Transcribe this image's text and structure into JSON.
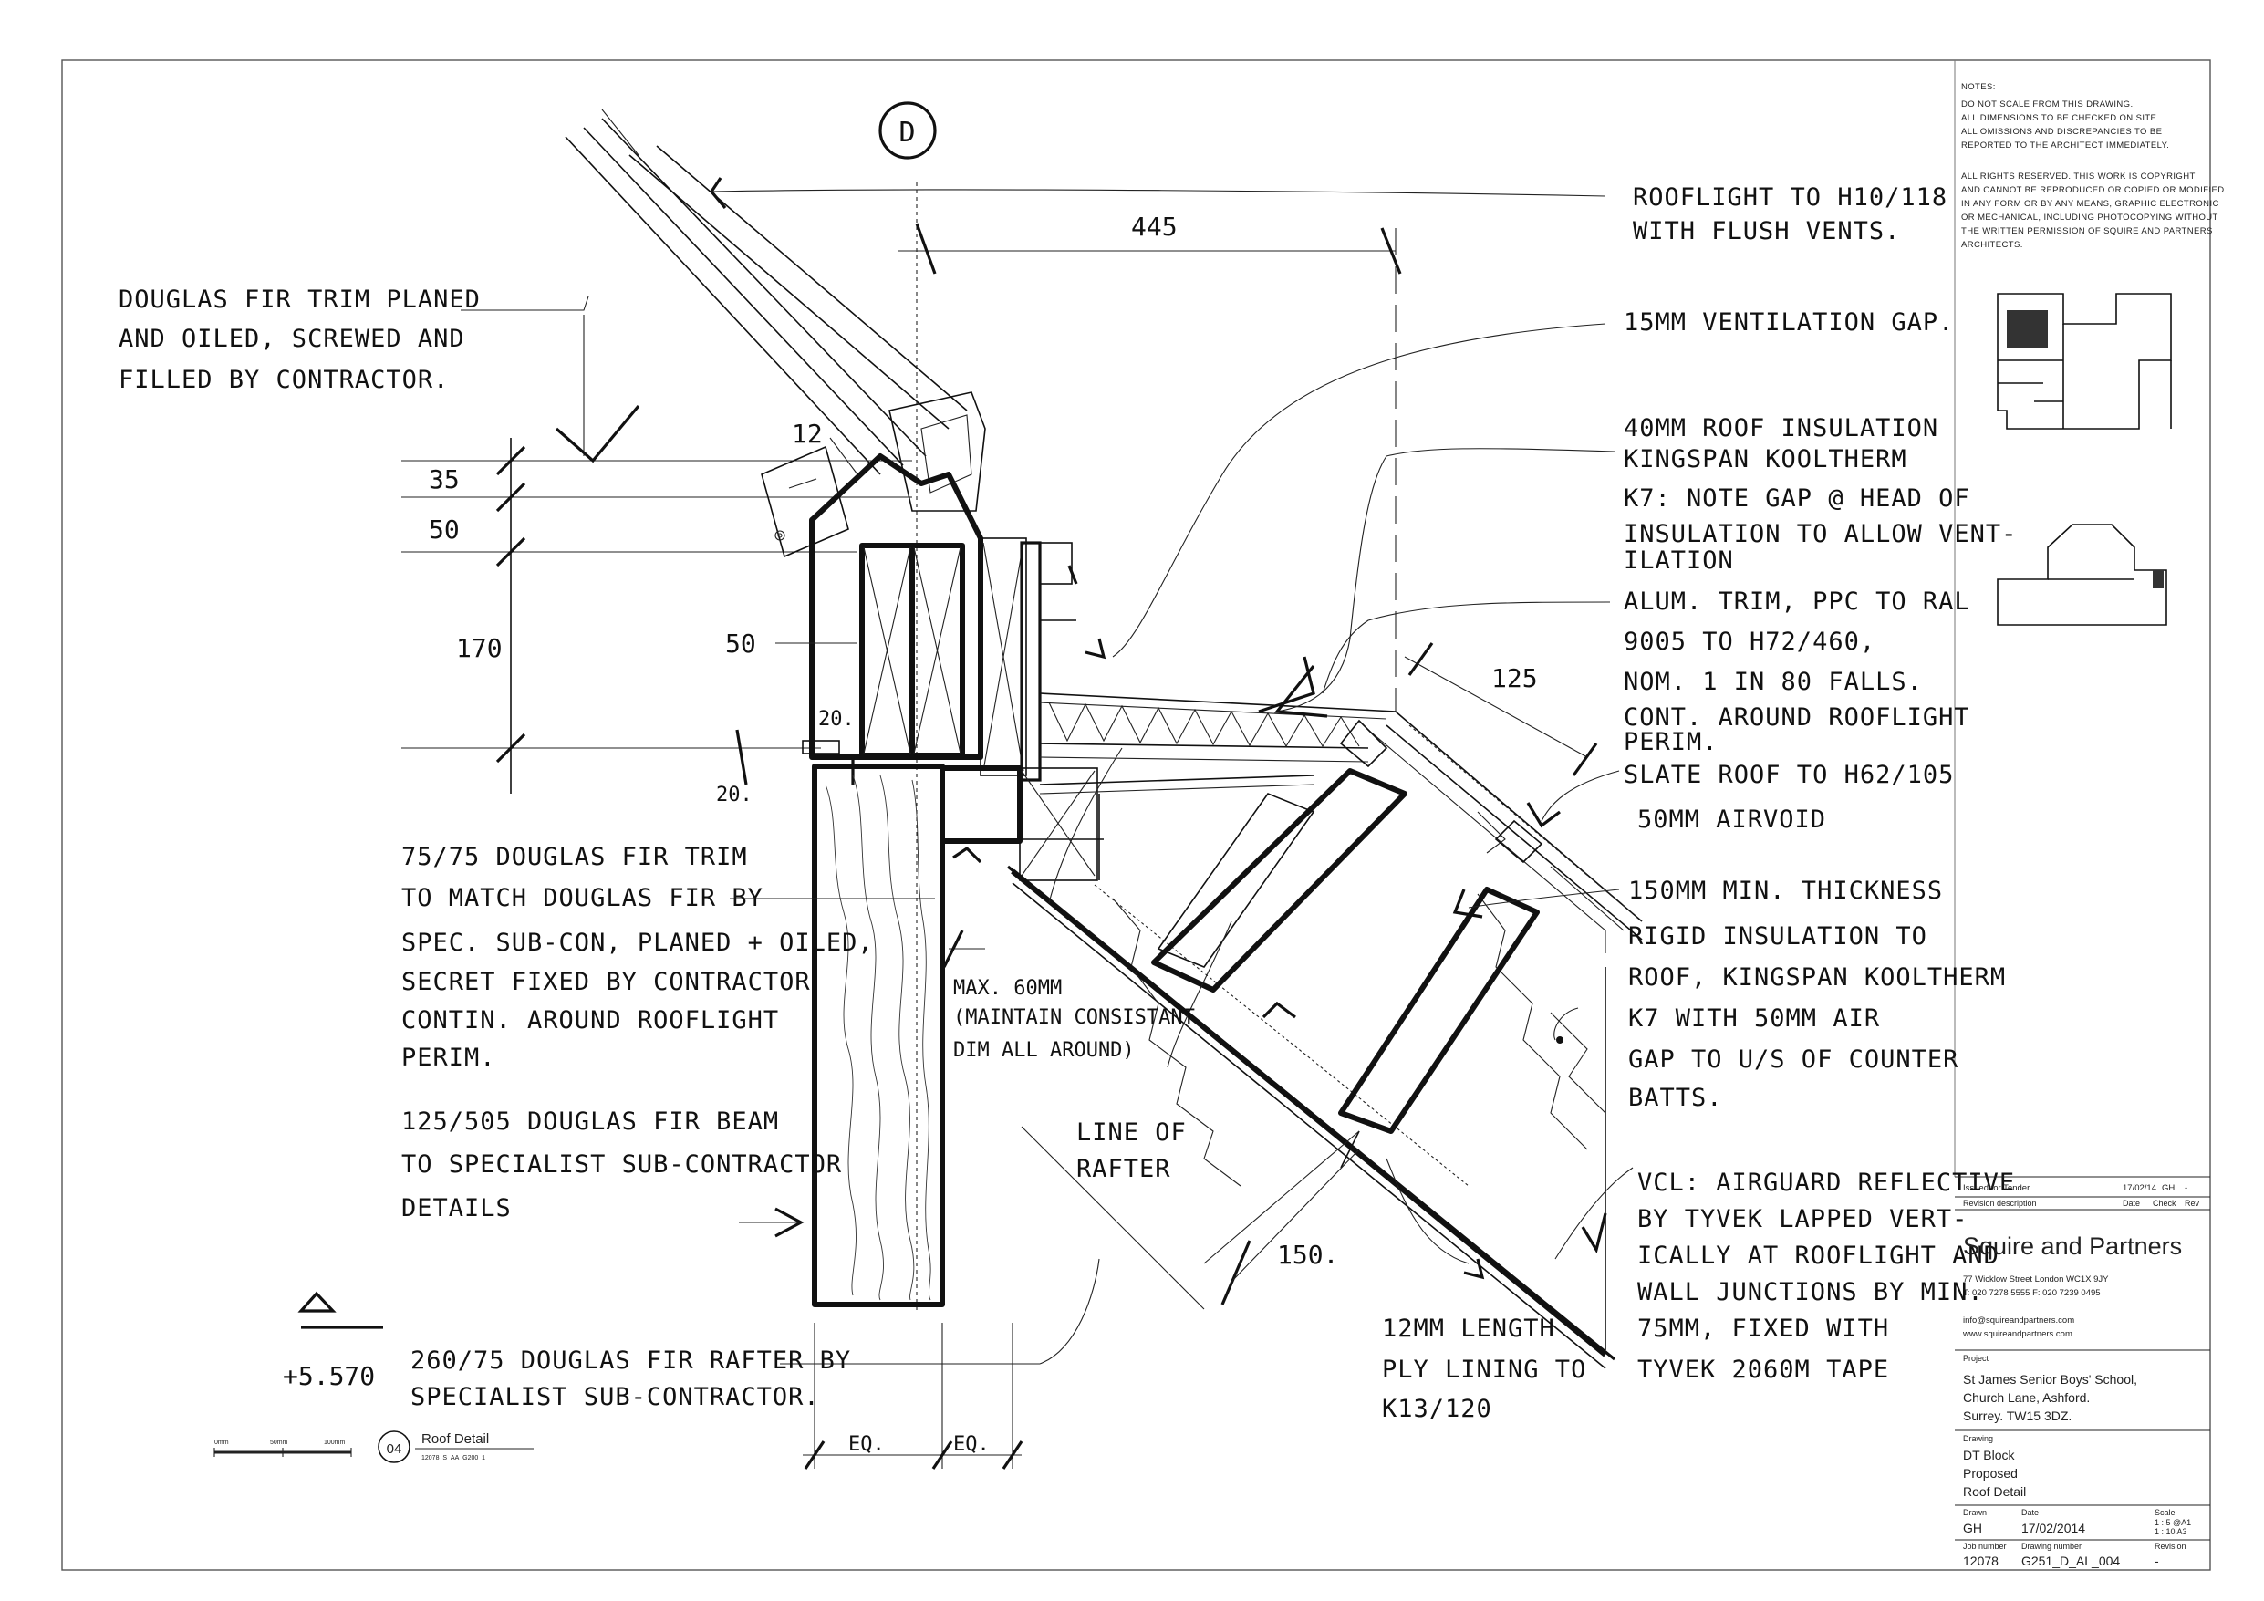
{
  "section_marker": "D",
  "dimensions": {
    "top_width": "445",
    "d35": "35",
    "d50_left": "50",
    "d170": "170",
    "d12": "12",
    "d50_mid": "50",
    "d20_upper": "20.",
    "d20_lower": "20.",
    "d125": "125",
    "d150": "150.",
    "eq1": "EQ.",
    "eq2": "EQ.",
    "level": "+5.570"
  },
  "annotations": {
    "rooflight": [
      "ROOFLIGHT TO H10/118",
      "WITH FLUSH VENTS."
    ],
    "vent_gap": [
      "15MM VENTILATION GAP."
    ],
    "insulation": [
      "40MM ROOF INSULATION",
      "KINGSPAN KOOLTHERM",
      "K7: NOTE GAP @ HEAD OF",
      "INSULATION TO ALLOW VENT-",
      "ILATION"
    ],
    "alum_trim": [
      "ALUM. TRIM, PPC TO RAL",
      "9005 TO H72/460,",
      "NOM. 1 IN 80 FALLS.",
      "CONT. AROUND ROOFLIGHT",
      "PERIM."
    ],
    "slate": [
      "SLATE ROOF TO H62/105"
    ],
    "airvoid": [
      "50MM AIRVOID"
    ],
    "rigid": [
      "150MM MIN. THICKNESS",
      "RIGID INSULATION TO",
      "ROOF, KINGSPAN KOOLTHERM",
      "K7 WITH 50MM AIR",
      "GAP TO U/S OF COUNTER",
      "BATTS."
    ],
    "vcl": [
      "VCL: AIRGUARD REFLECTIVE",
      "BY TYVEK LAPPED VERT-",
      "ICALLY AT ROOFLIGHT AND",
      "WALL JUNCTIONS BY MIN.",
      "75MM, FIXED WITH",
      "TYVEK 2060M TAPE"
    ],
    "ply": [
      "12MM LENGTH",
      "PLY LINING TO",
      "K13/120"
    ],
    "douglas_fir_trim": [
      "DOUGLAS FIR TRIM PLANED",
      "AND OILED, SCREWED AND",
      "FILLED BY CONTRACTOR."
    ],
    "fir_75": [
      "75/75 DOUGLAS FIR TRIM",
      "TO MATCH DOUGLAS FIR BY",
      "SPEC. SUB-CON, PLANED + OILED,",
      "SECRET FIXED BY CONTRACTOR",
      "CONTIN. AROUND ROOFLIGHT",
      "PERIM."
    ],
    "fir_beam": [
      "125/505 DOUGLAS FIR BEAM",
      "TO SPECIALIST SUB-CONTRACTOR",
      "DETAILS"
    ],
    "max60": [
      "MAX. 60MM",
      "(MAINTAIN CONSISTANT",
      "DIM ALL AROUND)"
    ],
    "rafter_line": [
      "LINE OF",
      "RAFTER"
    ],
    "rafter": [
      "260/75 DOUGLAS FIR RAFTER BY",
      "SPECIALIST SUB-CONTRACTOR."
    ]
  },
  "scale_bar": {
    "labels": [
      "0mm",
      "50mm",
      "100mm"
    ]
  },
  "detail_title": {
    "number": "04",
    "title": "Roof Detail",
    "ref": "12078_S_AA_G200_1"
  },
  "notes": {
    "heading": "NOTES:",
    "lines": [
      "DO NOT SCALE FROM THIS DRAWING.",
      "ALL DIMENSIONS TO BE CHECKED ON SITE.",
      "ALL OMISSIONS AND DISCREPANCIES TO BE",
      "REPORTED  TO THE ARCHITECT IMMEDIATELY.",
      "",
      "ALL RIGHTS RESERVED. THIS WORK IS COPYRIGHT",
      "AND CANNOT BE REPRODUCED OR COPIED OR MODIFIED",
      "IN ANY FORM OR BY ANY MEANS, GRAPHIC ELECTRONIC",
      "OR MECHANICAL, INCLUDING PHOTOCOPYING WITHOUT",
      "THE WRITTEN PERMISSION OF SQUIRE AND PARTNERS",
      "ARCHITECTS."
    ]
  },
  "title_block": {
    "revision": {
      "description": "Issued for Tender",
      "date": "17/02/14",
      "check": "GH",
      "rev": "-"
    },
    "revision_headers": {
      "description": "Revision description",
      "date": "Date",
      "check": "Check",
      "rev": "Rev"
    },
    "firm": "Squire and Partners",
    "address": [
      "77 Wicklow Street London WC1X 9JY",
      "T: 020 7278 5555  F: 020 7239 0495"
    ],
    "contact": [
      "info@squireandpartners.com",
      "www.squireandpartners.com"
    ],
    "project_label": "Project",
    "project": [
      "St James Senior Boys' School,",
      "Church Lane, Ashford.",
      "Surrey. TW15 3DZ."
    ],
    "drawing_label": "Drawing",
    "drawing": [
      "DT Block",
      "Proposed",
      "Roof Detail"
    ],
    "drawn_label": "Drawn",
    "drawn": "GH",
    "date_label": "Date",
    "date": "17/02/2014",
    "scale_label": "Scale",
    "scale": [
      "1 : 5 @A1",
      "1 : 10 A3"
    ],
    "job_label": "Job number",
    "job": "12078",
    "drawing_no_label": "Drawing number",
    "drawing_no": "G251_D_AL_004",
    "revision_label": "Revision",
    "revision_value": "-"
  }
}
